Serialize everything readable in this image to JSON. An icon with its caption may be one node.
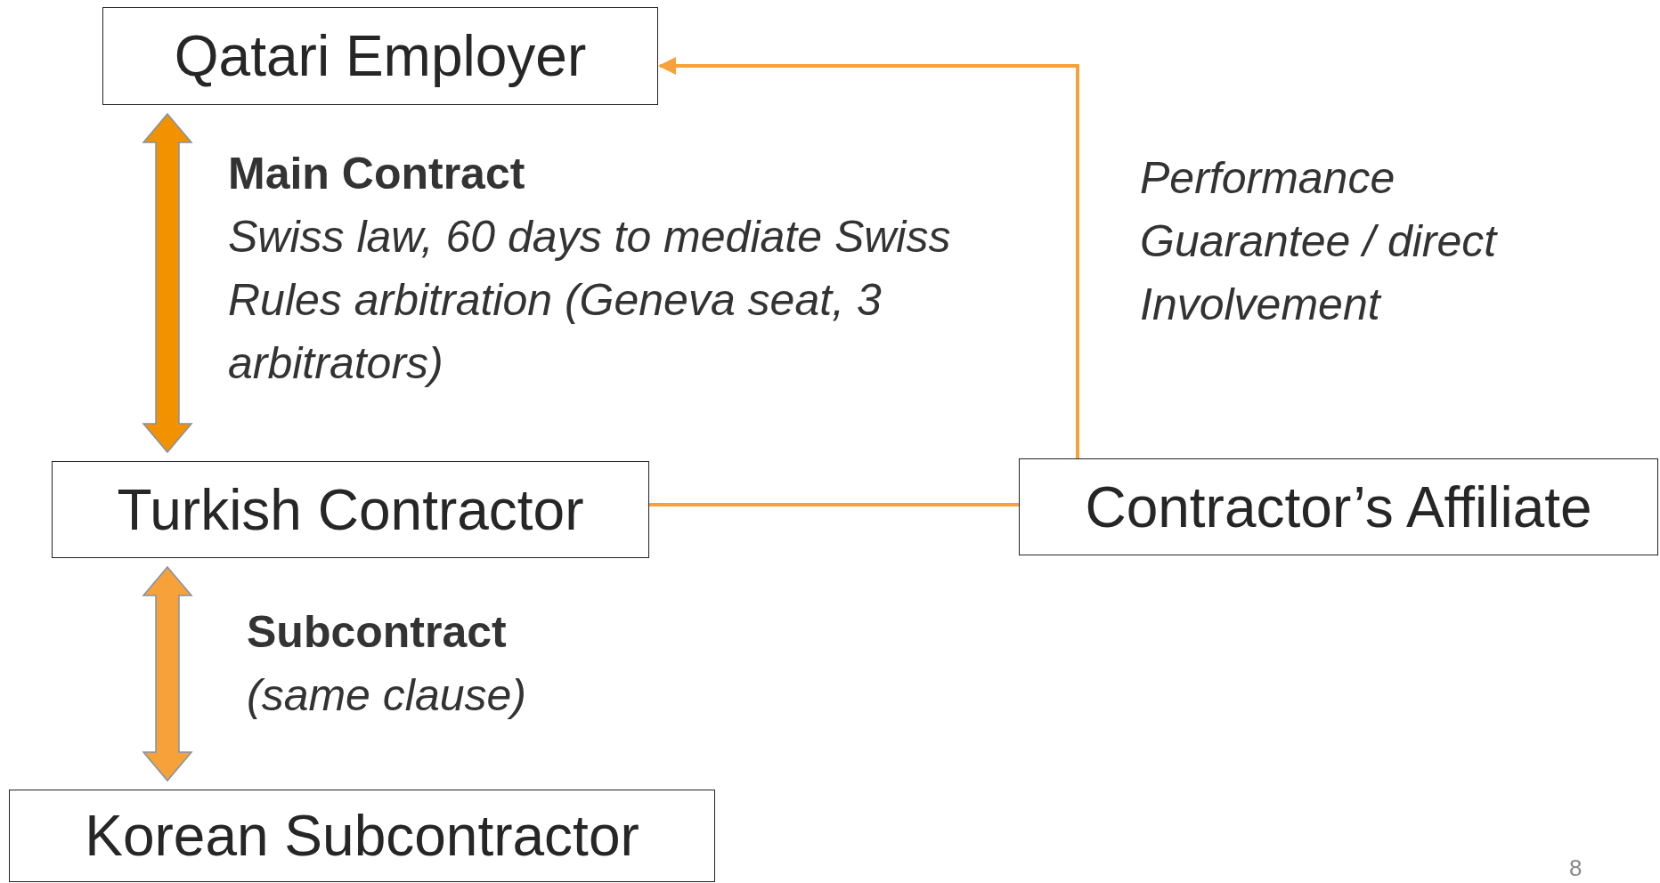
{
  "diagram": {
    "nodes": [
      {
        "text": [
          "Qatari Employer"
        ]
      },
      {
        "text": [
          "Turkish Contractor"
        ]
      },
      {
        "text": [
          "Contractor’s Affiliate"
        ]
      },
      {
        "text": [
          "Korean Subcontractor"
        ]
      }
    ],
    "edges": [
      {
        "from": 0,
        "to": 1,
        "arrow": "both",
        "style": "thick",
        "color": "#f39200",
        "label": "**Main Contract** *Swiss law, 60 days to mediate Swiss Rules arbitration (Geneva seat, 3 arbitrators)*"
      },
      {
        "from": 1,
        "to": 3,
        "arrow": "both",
        "style": "thick",
        "label": "**Subcontract** *(same clause)*"
      },
      {
        "from": 2,
        "to": 0,
        "arrow": "to",
        "label": "Performance Guarantee / direct Involvement"
      },
      {
        "from": 1,
        "to": 2,
        "arrow": "none"
      }
    ],
    "labels": [
      "8"
    ]
  }
}
